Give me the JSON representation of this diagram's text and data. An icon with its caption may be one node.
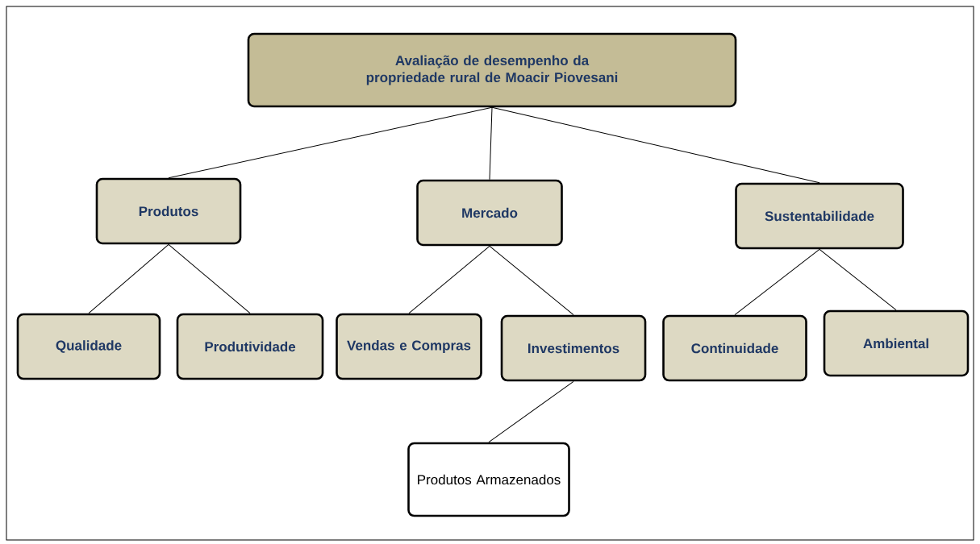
{
  "diagram": {
    "nodes": [
      {
        "text": [
          "Avaliação de desempenho da propriedade rural de Moacir Piovesani"
        ]
      },
      {
        "text": [
          "Produtos"
        ]
      },
      {
        "text": [
          "Mercado"
        ]
      },
      {
        "text": [
          "Sustentabilidade"
        ]
      },
      {
        "text": [
          "Qualidade"
        ]
      },
      {
        "text": [
          "Produtividade"
        ]
      },
      {
        "text": [
          "Vendas e Compras"
        ]
      },
      {
        "text": [
          "Investimentos"
        ]
      },
      {
        "text": [
          "Continuidade"
        ]
      },
      {
        "text": [
          "Ambiental"
        ]
      },
      {
        "text": [
          "Produtos Armazenados"
        ]
      }
    ],
    "edges": [
      {
        "from": 0,
        "to": 1,
        "arrow": "none"
      },
      {
        "from": 0,
        "to": 2,
        "arrow": "none"
      },
      {
        "from": 0,
        "to": 3,
        "arrow": "none"
      },
      {
        "from": 1,
        "to": 4,
        "arrow": "none"
      },
      {
        "from": 1,
        "to": 5,
        "arrow": "none"
      },
      {
        "from": 2,
        "to": 6,
        "arrow": "none"
      },
      {
        "from": 2,
        "to": 7,
        "arrow": "none"
      },
      {
        "from": 3,
        "to": 8,
        "arrow": "none"
      },
      {
        "from": 3,
        "to": 9,
        "arrow": "none"
      },
      {
        "from": 7,
        "to": 10,
        "arrow": "none"
      }
    ]
  }
}
